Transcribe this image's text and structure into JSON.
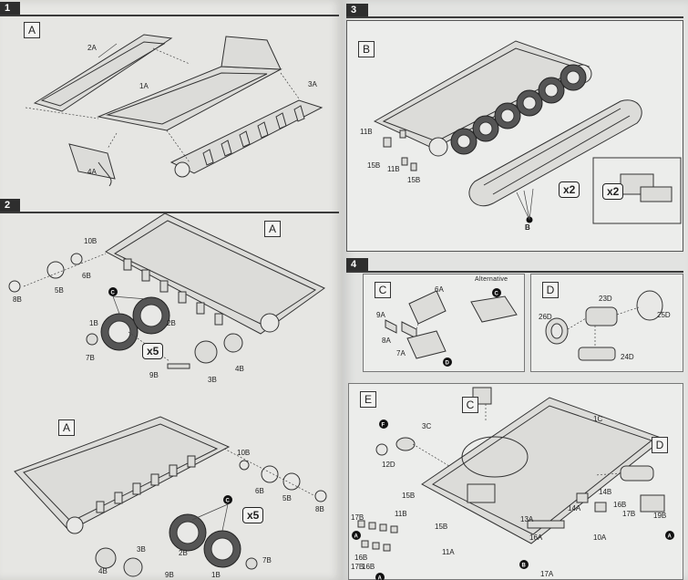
{
  "steps": [
    {
      "number": "1",
      "box": "A",
      "parts": [
        "2A",
        "1A",
        "3A",
        "4A"
      ]
    },
    {
      "number": "2",
      "box_top": "A",
      "box_bottom": "A",
      "parts_top": [
        "10B",
        "6B",
        "8B",
        "5B",
        "1B",
        "2B",
        "7B",
        "9B",
        "3B",
        "4B"
      ],
      "parts_bottom": [
        "10B",
        "6B",
        "5B",
        "8B",
        "2B",
        "7B",
        "4B",
        "3B",
        "9B",
        "1B"
      ],
      "multiplier_top": "x5",
      "multiplier_bottom": "x5",
      "callout": "C"
    },
    {
      "number": "3",
      "box": "B",
      "parts": [
        "11B",
        "15B",
        "11B",
        "15B"
      ],
      "multiplier_main": "x2",
      "multiplier_inset": "x2",
      "callout": "B"
    },
    {
      "number": "4",
      "box_left": "C",
      "box_right": "D",
      "box_bottom": "E",
      "alternative_label": "Alternative",
      "parts_c": [
        "6A",
        "9A",
        "8A",
        "7A"
      ],
      "parts_d": [
        "23D",
        "26D",
        "25D",
        "24D"
      ],
      "parts_e": [
        "3C",
        "12D",
        "15B",
        "11B",
        "17B",
        "16B",
        "17B",
        "16B",
        "15B",
        "11A",
        "13A",
        "16A",
        "17A",
        "14A",
        "14B",
        "16B",
        "17B",
        "10A",
        "19B",
        "1C"
      ],
      "callouts": [
        "F",
        "A",
        "B",
        "C",
        "D"
      ]
    }
  ]
}
